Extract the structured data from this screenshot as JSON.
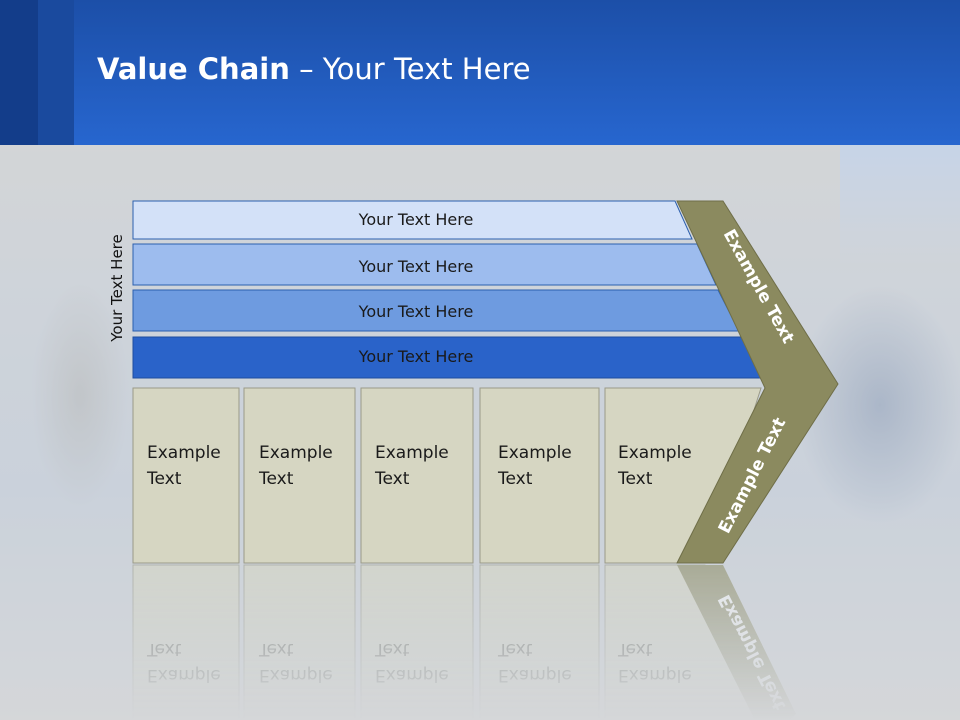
{
  "title": {
    "bold": "Value Chain",
    "rest": " – Your Text Here"
  },
  "side_label": "Your Text Here",
  "bands": [
    {
      "label": "Your Text Here",
      "color": "#d3e1f8"
    },
    {
      "label": "Your Text Here",
      "color": "#9dbcee"
    },
    {
      "label": "Your Text Here",
      "color": "#6e9be0"
    },
    {
      "label": "Your Text Here",
      "color": "#2a63c9"
    }
  ],
  "boxes": [
    {
      "line1": "Example",
      "line2": "Text"
    },
    {
      "line1": "Example",
      "line2": "Text"
    },
    {
      "line1": "Example",
      "line2": "Text"
    },
    {
      "line1": "Example",
      "line2": "Text"
    },
    {
      "line1": "Example",
      "line2": "Text"
    }
  ],
  "chevron": {
    "upper_label": "Example Text",
    "lower_label": "Example Text",
    "color": "#8b8a5f"
  },
  "colors": {
    "header": "#2563c7",
    "box_fill": "#d6d6c2",
    "box_stroke": "#9a9a88"
  }
}
